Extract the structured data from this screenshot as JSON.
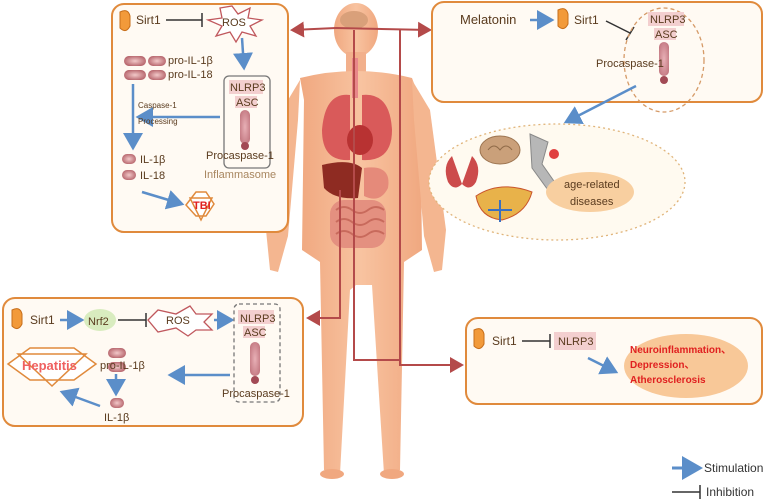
{
  "panels": {
    "top_left": {
      "sirt1": "Sirt1",
      "ros": "ROS",
      "pro_il1b": "pro-IL-1β",
      "pro_il18": "pro-IL-18",
      "nlrp3": "NLRP3",
      "asc": "ASC",
      "caspase_processing_1": "Caspase-1",
      "caspase_processing_2": "Processing",
      "il1b": "IL-1β",
      "il18": "IL-18",
      "procaspase": "Procaspase-1",
      "inflammasome": "Inflammasome",
      "tbi": "TBI"
    },
    "top_right": {
      "melatonin": "Melatonin",
      "sirt1": "Sirt1",
      "nlrp3": "NLRP3",
      "asc": "ASC",
      "procaspase": "Procaspase-1",
      "age_related_1": "age-related",
      "age_related_2": "diseases"
    },
    "bottom_left": {
      "sirt1": "Sirt1",
      "nrf2": "Nrf2",
      "ros": "ROS",
      "nlrp3": "NLRP3",
      "asc": "ASC",
      "hepatitis": "Hepatitis",
      "pro_il1b": "pro-IL-1β",
      "il1b": "IL-1β",
      "procaspase": "Procaspase-1"
    },
    "bottom_right": {
      "sirt1": "Sirt1",
      "nlrp3": "NLRP3",
      "disease_1": "Neuroinflammation、",
      "disease_2": "Depression、",
      "disease_3": "Atherosclerosis"
    }
  },
  "legend": {
    "stimulation": "Stimulation",
    "inhibition": "Inhibition"
  },
  "colors": {
    "panel_border": "#e08a3c",
    "arrow_blue": "#5b8ec9",
    "connector_red": "#b44a4a",
    "body_skin": "#f6b894",
    "highlight_red": "#e02020"
  }
}
